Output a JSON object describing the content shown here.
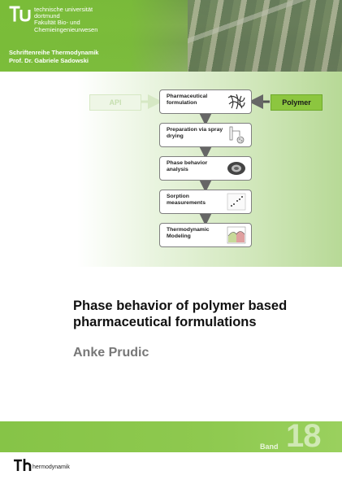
{
  "header": {
    "university_lines": [
      "technische universität",
      "dortmund"
    ],
    "faculty_lines": [
      "Fakultät Bio- und",
      "Chemieingenieurwesen"
    ],
    "series_line1": "Schriftenreihe Thermodynamik",
    "series_line2": "Prof. Dr. Gabriele Sadowski"
  },
  "diagram": {
    "left_input": "API",
    "right_input": "Polymer",
    "steps": [
      {
        "label": "Pharmaceutical formulation",
        "icon": "fiber-mesh-icon"
      },
      {
        "label": "Preparation via spray drying",
        "icon": "spray-dryer-icon"
      },
      {
        "label": "Phase behavior analysis",
        "icon": "microscope-droplet-icon"
      },
      {
        "label": "Sorption measurements",
        "icon": "scatter-plot-icon"
      },
      {
        "label": "Thermodynamic Modeling",
        "icon": "phase-diagram-icon"
      }
    ]
  },
  "book": {
    "title_line1": "Phase behavior of polymer based",
    "title_line2": "pharmaceutical formulations",
    "author": "Anke Prudic",
    "volume_word": "Band",
    "volume_number": "18"
  },
  "footer": {
    "logo_text": "hermodynamik"
  },
  "colors": {
    "brand_green": "#8cc63f",
    "text_dark": "#111111",
    "author_gray": "#777777"
  }
}
